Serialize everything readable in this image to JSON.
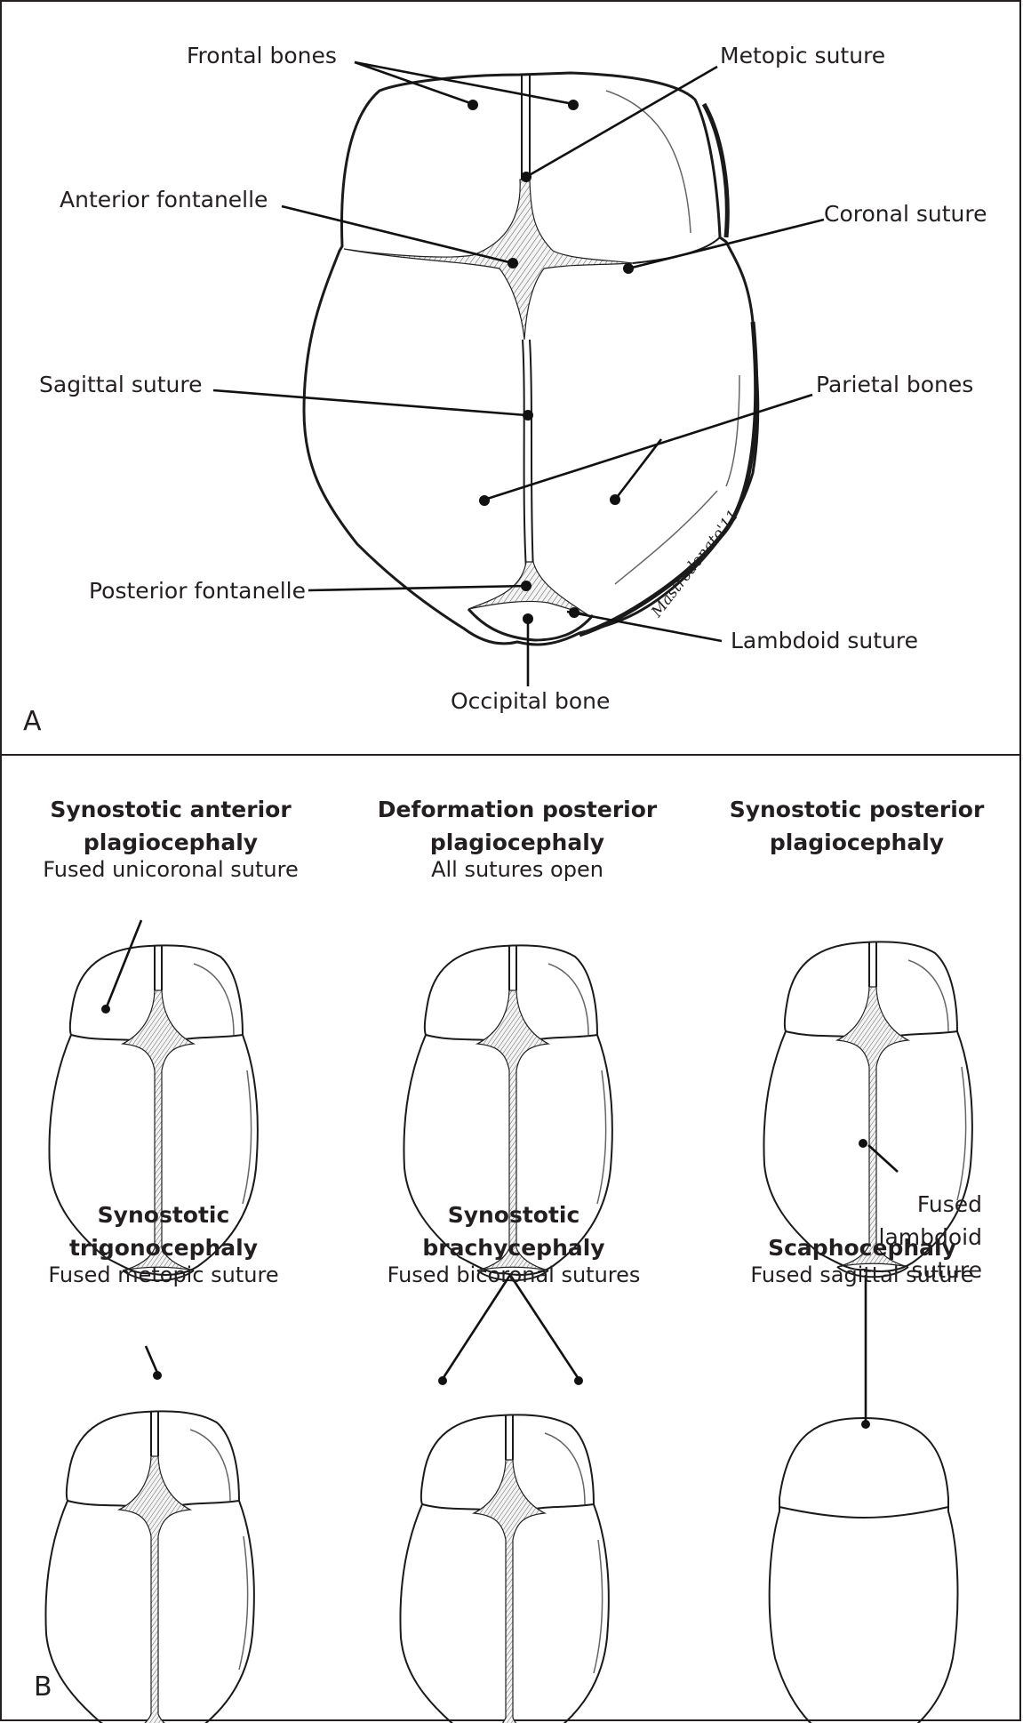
{
  "panel_a": {
    "letter": "A",
    "labels": {
      "frontal_bones": "Frontal bones",
      "metopic_suture": "Metopic suture",
      "anterior_fontanelle": "Anterior fontanelle",
      "coronal_suture": "Coronal suture",
      "sagittal_suture": "Sagittal suture",
      "parietal_bones": "Parietal bones",
      "posterior_fontanelle": "Posterior fontanelle",
      "lambdoid_suture": "Lambdoid suture",
      "occipital_bone": "Occipital bone"
    },
    "signature": "Mastrodonato'11"
  },
  "panel_b": {
    "letter": "B",
    "conditions": [
      {
        "title_line1": "Synostotic anterior",
        "title_line2": "plagiocephaly",
        "subtitle": "Fused unicoronal suture"
      },
      {
        "title_line1": "Deformation posterior",
        "title_line2": "plagiocephaly",
        "subtitle": "All sutures open"
      },
      {
        "title_line1": "Synostotic posterior",
        "title_line2": "plagiocephaly",
        "subtitle": "",
        "note_line1": "Fused",
        "note_line2": "lambdoid",
        "note_line3": "suture"
      },
      {
        "title_line1": "Synostotic",
        "title_line2": "trigonocephaly",
        "subtitle": "Fused metopic suture"
      },
      {
        "title_line1": "Synostotic",
        "title_line2": "brachycephaly",
        "subtitle": "Fused bicoronal sutures"
      },
      {
        "title_line1": "",
        "title_line2": "Scaphocephaly",
        "subtitle": "Fused sagittal suture"
      }
    ]
  }
}
